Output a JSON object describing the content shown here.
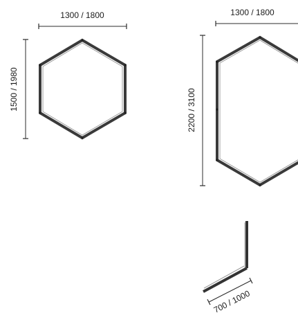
{
  "diagram": {
    "small_hexagon": {
      "width_label": "1300 / 1800",
      "height_label": "1500 / 1980"
    },
    "large_hexagon": {
      "width_label": "1300 / 1800",
      "height_label": "2200 / 3100"
    },
    "corner_profile": {
      "length_label": "700 / 1000"
    }
  }
}
